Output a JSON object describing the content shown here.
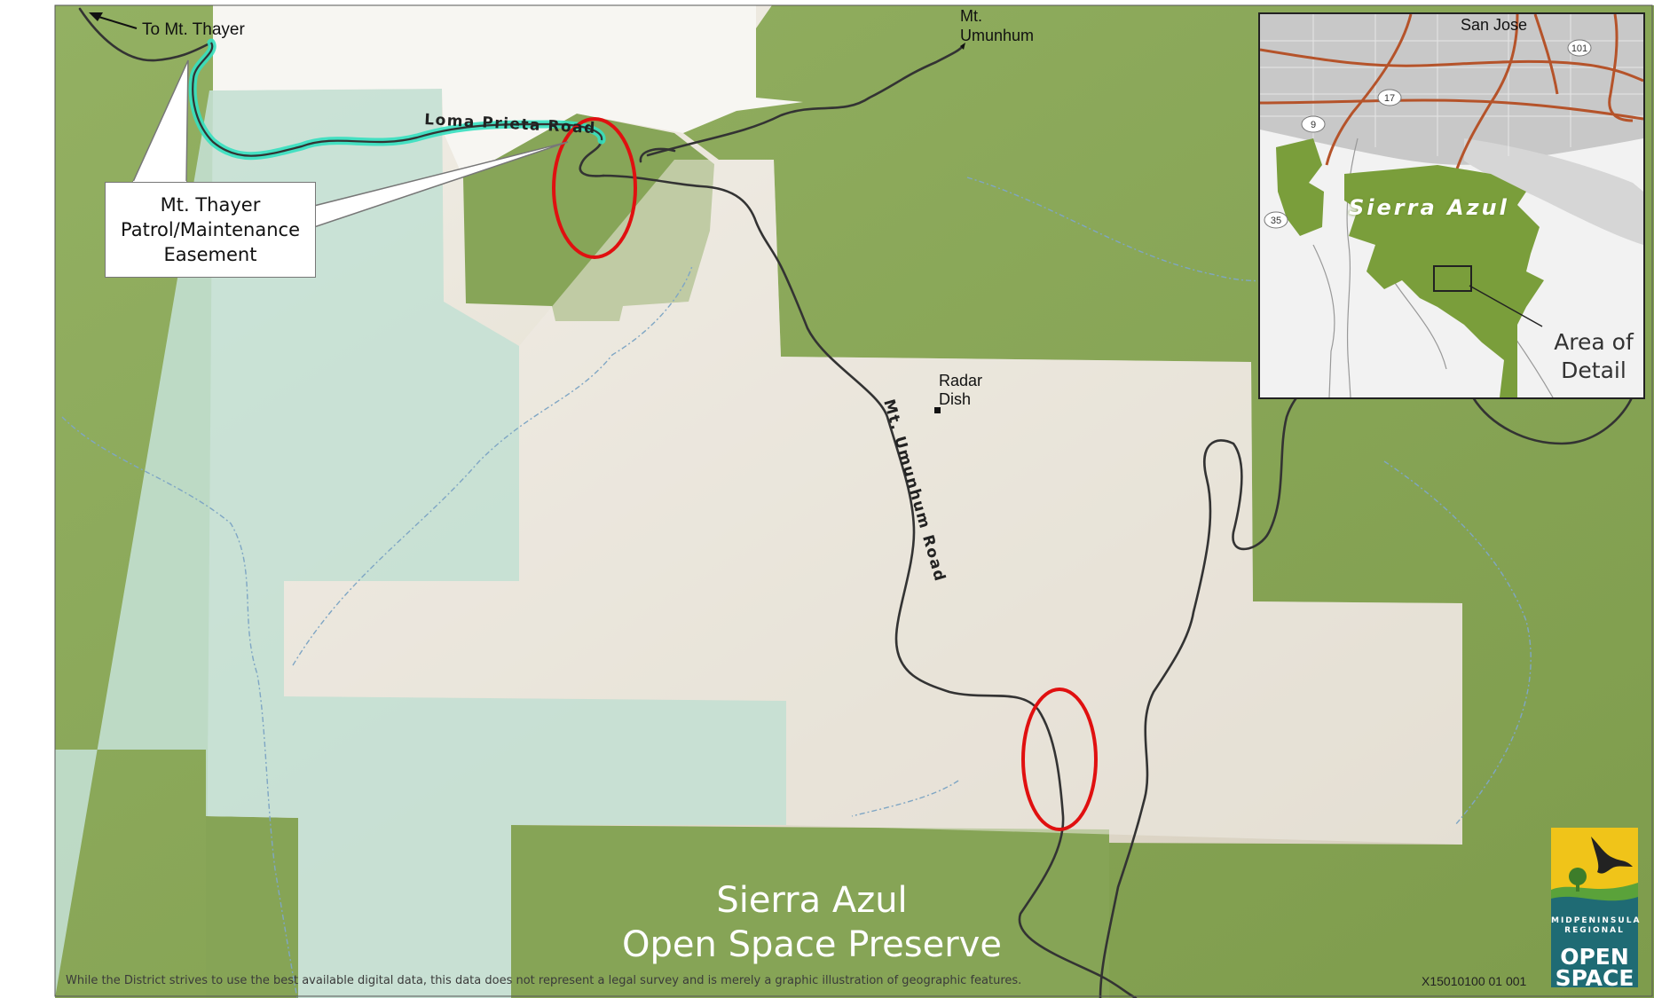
{
  "map": {
    "labels": {
      "to_mt_thayer": "To Mt. Thayer",
      "mt_umunhum_line1": "Mt.",
      "mt_umunhum_line2": "Umunhum",
      "loma_prieta_road": "Loma Prieta Road",
      "mt_umunhum_road": "Mt. Umunhum Road",
      "radar_dish_line1": "Radar",
      "radar_dish_line2": "Dish"
    },
    "callout": {
      "line1": "Mt. Thayer",
      "line2": "Patrol/Maintenance",
      "line3": "Easement"
    },
    "preserve_title": {
      "line1": "Sierra Azul",
      "line2": "Open Space Preserve"
    },
    "disclaimer": "While the District strives to use the best available digital data, this data does not represent a legal survey and is merely a graphic illustration of geographic features.",
    "map_id": "X15010100 01 001",
    "colors": {
      "preserve_green": "#8aa85a",
      "terrain": "#e6e1d6",
      "easement": "#35e0c0",
      "highlight_circle": "#e01010",
      "road": "#333333",
      "light_teal": "#c4e0d4"
    }
  },
  "inset": {
    "city": "San Jose",
    "region": "Sierra Azul",
    "area_of_detail_line1": "Area of",
    "area_of_detail_line2": "Detail",
    "highways": [
      "101",
      "17",
      "9",
      "35"
    ]
  },
  "logo": {
    "line1": "MIDPENINSULA",
    "line2": "REGIONAL",
    "line3": "OPEN",
    "line4": "SPACE"
  }
}
